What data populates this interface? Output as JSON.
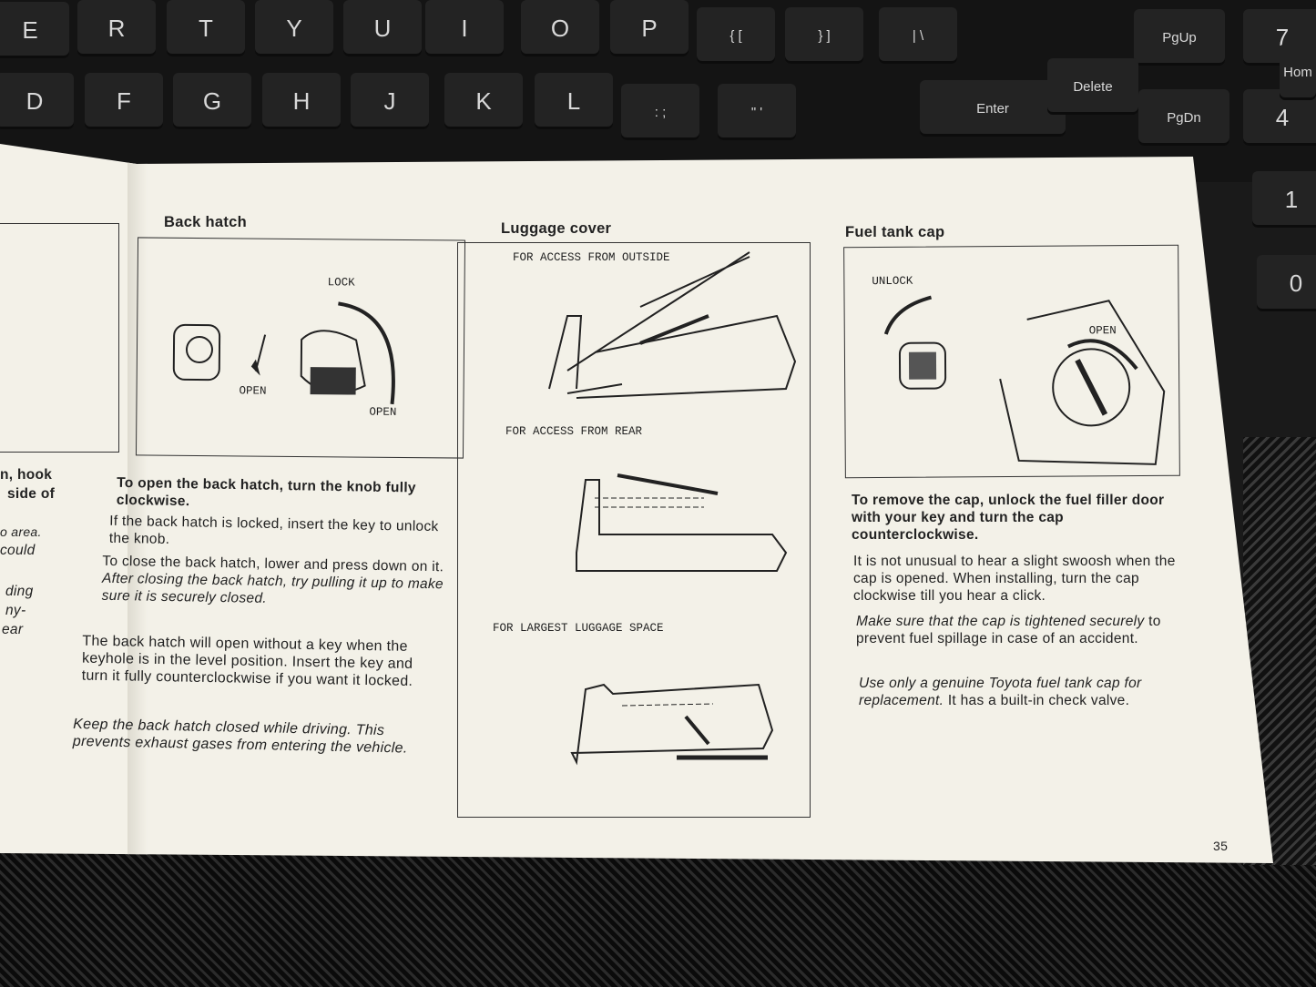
{
  "keyboard": {
    "row1": [
      "E",
      "R",
      "T",
      "Y",
      "U",
      "I",
      "O",
      "P",
      "{ [",
      "} ]",
      "| \\",
      "PgUp",
      "7"
    ],
    "row2": [
      "D",
      "F",
      "G",
      "H",
      "J",
      "K",
      "L",
      ": ;",
      "\" '",
      "Enter",
      "Delete",
      "PgDn",
      "4",
      "Hom"
    ],
    "numpad": [
      "1",
      "0"
    ]
  },
  "left_page_fragments": [
    "n, hook",
    "side of",
    "o area.",
    "could",
    "ding",
    "ny-",
    "ear"
  ],
  "back_hatch": {
    "heading": "Back hatch",
    "figure_labels": {
      "lock": "LOCK",
      "open1": "OPEN",
      "open2": "OPEN"
    },
    "p1_bold": "To open the back hatch, turn the knob fully clockwise.",
    "p2": "If the back hatch is locked, insert the key to unlock the knob.",
    "p3": "To close the back hatch, lower and press down on it.",
    "p3_italic": "After closing the back hatch, try pulling it up to make sure it is securely closed.",
    "p4": "The back hatch will open without a key when the keyhole is in the level position. Insert the key and turn it fully counterclockwise if you want it locked.",
    "p5_italic": "Keep the back hatch closed while driving. This prevents exhaust gases from entering the vehicle."
  },
  "luggage_cover": {
    "heading": "Luggage cover",
    "labels": [
      "FOR ACCESS FROM OUTSIDE",
      "FOR ACCESS FROM REAR",
      "FOR LARGEST LUGGAGE SPACE"
    ]
  },
  "fuel_tank_cap": {
    "heading": "Fuel tank cap",
    "figure_labels": {
      "unlock": "UNLOCK",
      "open": "OPEN"
    },
    "p1_bold": "To remove the cap, unlock the fuel filler door with your key and turn the cap counterclockwise.",
    "p2": "It is not unusual to hear a slight swoosh when the cap is opened. When installing, turn the cap clockwise till you hear a click.",
    "p3_italic": "Make sure that the cap is tightened securely",
    "p3": "to prevent fuel spillage in case of an accident.",
    "p4_italic": "Use only a genuine Toyota fuel tank cap for replacement.",
    "p4": "It has a built-in check valve."
  },
  "page_number": "35"
}
